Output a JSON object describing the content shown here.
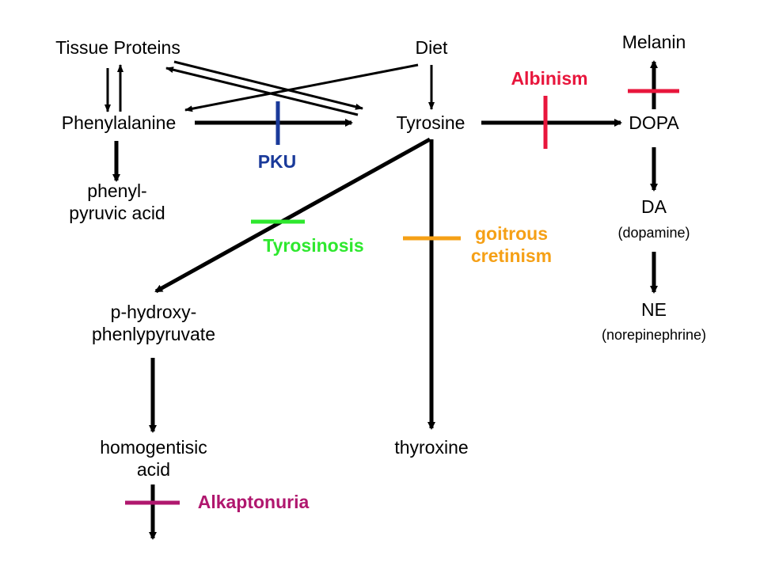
{
  "nodes": {
    "tissue_proteins": "Tissue Proteins",
    "diet": "Diet",
    "melanin": "Melanin",
    "phenylalanine": "Phenylalanine",
    "tyrosine": "Tyrosine",
    "dopa": "DOPA",
    "phenylpyruvic_line1": "phenyl-",
    "phenylpyruvic_line2": "pyruvic acid",
    "da": "DA",
    "da_full": "(dopamine)",
    "hydroxy_line1": "p-hydroxy-",
    "hydroxy_line2": "phenlypyruvate",
    "ne": "NE",
    "ne_full": "(norepinephrine)",
    "homogentisic_line1": "homogentisic",
    "homogentisic_line2": "acid",
    "thyroxine": "thyroxine"
  },
  "disorders": {
    "pku": {
      "label": "PKU",
      "color": "#1a3a9a"
    },
    "albinism": {
      "label": "Albinism",
      "color": "#e8163c"
    },
    "tyrosinosis": {
      "label": "Tyrosinosis",
      "color": "#2ee82e"
    },
    "goitrous_line1": {
      "label": "goitrous",
      "color": "#f5a016"
    },
    "goitrous_line2": {
      "label": "cretinism",
      "color": "#f5a016"
    },
    "alkaptonuria": {
      "label": "Alkaptonuria",
      "color": "#b0176e"
    }
  },
  "colors": {
    "arrow": "#000000",
    "background": "#ffffff"
  }
}
